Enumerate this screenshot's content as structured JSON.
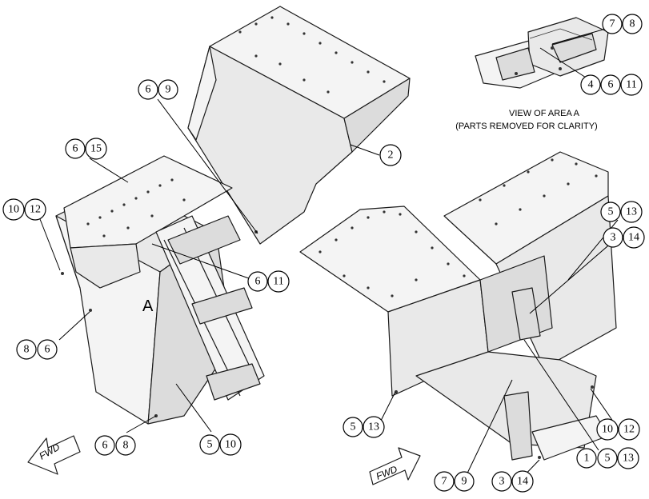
{
  "view_caption": {
    "line1": "VIEW OF AREA  A",
    "line2": "(PARTS REMOVED FOR CLARITY)"
  },
  "area_label": "A",
  "fwd_arrows": [
    "FWD",
    "FWD"
  ],
  "callouts": [
    {
      "id": "c-7-8",
      "numbers": [
        "7",
        "8"
      ]
    },
    {
      "id": "c-4-6-11",
      "numbers": [
        "4",
        "6",
        "11"
      ]
    },
    {
      "id": "c-6-9",
      "numbers": [
        "6",
        "9"
      ]
    },
    {
      "id": "c-2",
      "numbers": [
        "2"
      ]
    },
    {
      "id": "c-6-15",
      "numbers": [
        "6",
        "15"
      ]
    },
    {
      "id": "c-10-12-left",
      "numbers": [
        "10",
        "12"
      ]
    },
    {
      "id": "c-6-11",
      "numbers": [
        "6",
        "11"
      ]
    },
    {
      "id": "c-8-6",
      "numbers": [
        "8",
        "6"
      ]
    },
    {
      "id": "c-6-8",
      "numbers": [
        "6",
        "8"
      ]
    },
    {
      "id": "c-5-10",
      "numbers": [
        "5",
        "10"
      ]
    },
    {
      "id": "c-5-13-upper",
      "numbers": [
        "5",
        "13"
      ]
    },
    {
      "id": "c-3-14-upper",
      "numbers": [
        "3",
        "14"
      ]
    },
    {
      "id": "c-5-13-lower",
      "numbers": [
        "5",
        "13"
      ]
    },
    {
      "id": "c-10-12-right",
      "numbers": [
        "10",
        "12"
      ]
    },
    {
      "id": "c-1-5-13",
      "numbers": [
        "1",
        "5",
        "13"
      ]
    },
    {
      "id": "c-7-9",
      "numbers": [
        "7",
        "9"
      ]
    },
    {
      "id": "c-3-14-lower",
      "numbers": [
        "3",
        "14"
      ]
    }
  ]
}
